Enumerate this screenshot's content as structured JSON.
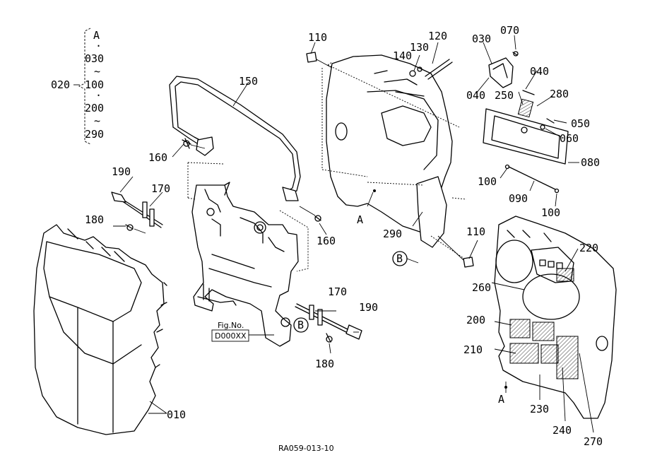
{
  "legend": {
    "group_label": "020",
    "entries": [
      "A",
      "030",
      "100",
      "200",
      "290"
    ],
    "separators": [
      "·",
      "~",
      "·",
      "~"
    ]
  },
  "labels": {
    "p010": "010",
    "p030": "030",
    "p040a": "040",
    "p040b": "040",
    "p050": "050",
    "p060": "060",
    "p070": "070",
    "p080": "080",
    "p090": "090",
    "p100a": "100",
    "p100b": "100",
    "p110a": "110",
    "p110b": "110",
    "p120": "120",
    "p130": "130",
    "p140": "140",
    "p150": "150",
    "p160a": "160",
    "p160b": "160",
    "p170a": "170",
    "p170b": "170",
    "p180a": "180",
    "p180b": "180",
    "p190a": "190",
    "p190b": "190",
    "p200": "200",
    "p210": "210",
    "p220": "220",
    "p230": "230",
    "p240": "240",
    "p250": "250",
    "p260": "260",
    "p270": "270",
    "p280": "280",
    "p290": "290"
  },
  "refs": {
    "a1": "A",
    "a2": "A",
    "b1": "B",
    "b2": "B"
  },
  "fig_ref": {
    "line1": "Fig.No.",
    "line2": "D000XX"
  },
  "drawing_number": "RA059-013-10"
}
